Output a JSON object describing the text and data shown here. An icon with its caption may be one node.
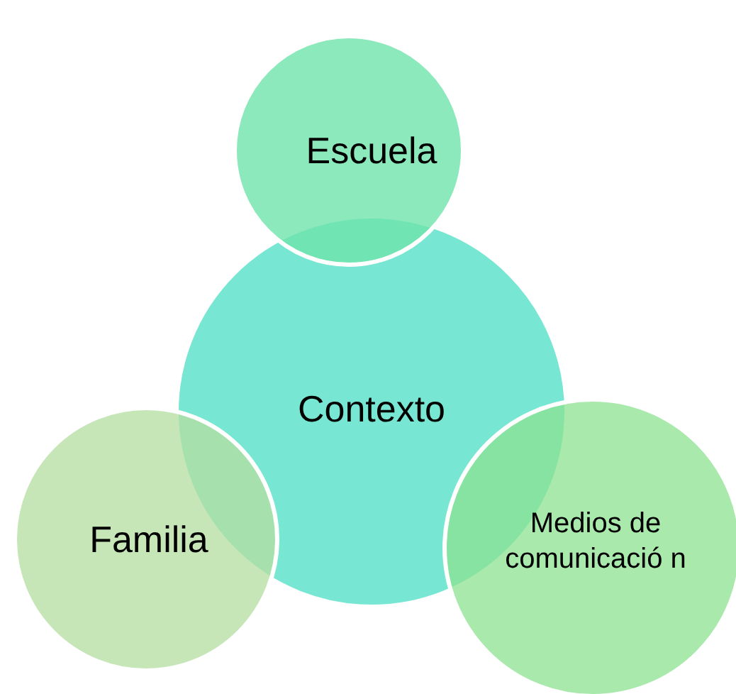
{
  "diagram": {
    "nodes": [
      {
        "text": [
          "Escuela"
        ]
      },
      {
        "text": [
          "Contexto"
        ]
      },
      {
        "text": [
          "Medios de comunicació n"
        ]
      },
      {
        "text": [
          "Familia"
        ]
      }
    ]
  }
}
